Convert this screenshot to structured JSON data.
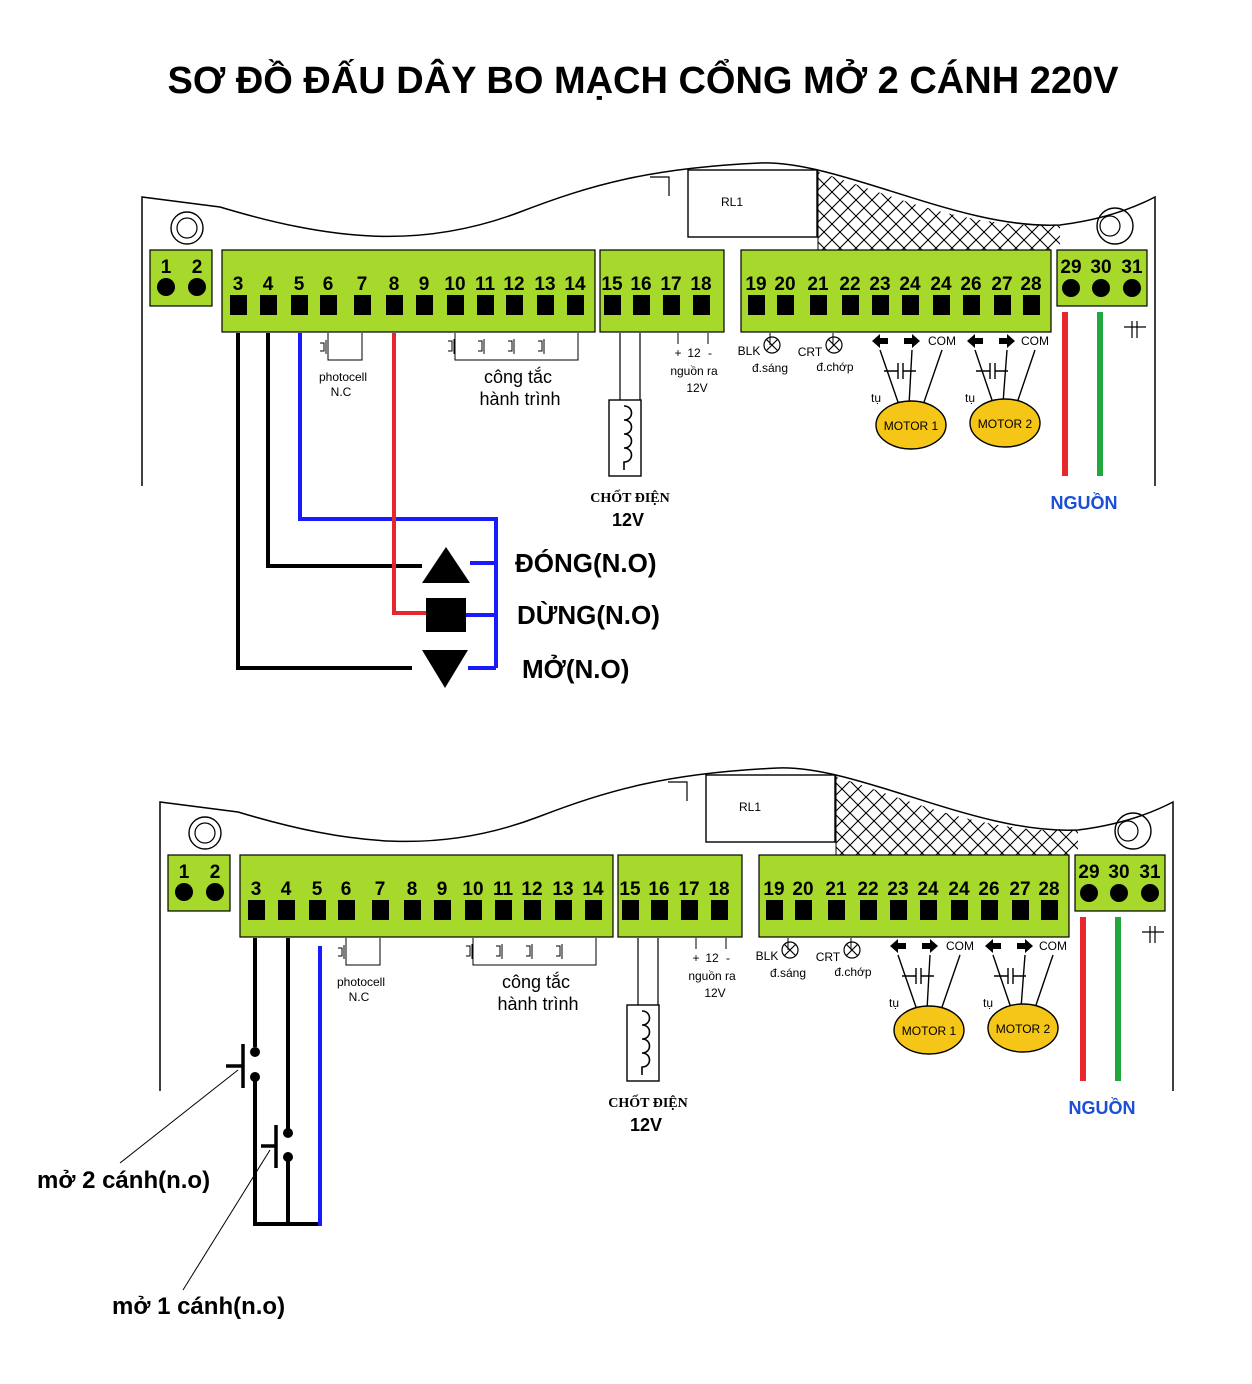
{
  "title": "SƠ ĐỒ ĐẤU DÂY BO MẠCH CỔNG MỞ 2 CÁNH 220V",
  "colors": {
    "terminal_green": "#a6d92b",
    "wire_black": "#000000",
    "wire_blue": "#1a1aff",
    "wire_red": "#e8262d",
    "wire_green": "#20a83c",
    "motor_yellow": "#f5c518",
    "label_blue": "#1a4fd6"
  },
  "board": {
    "relay_label": "RL1",
    "terminals_a": [
      "1",
      "2"
    ],
    "terminals_b": [
      "3",
      "4",
      "5",
      "6",
      "7",
      "8",
      "9",
      "10",
      "11",
      "12",
      "13",
      "14"
    ],
    "terminals_c": [
      "15",
      "16",
      "17",
      "18"
    ],
    "terminals_d": [
      "19",
      "20",
      "21",
      "22",
      "23",
      "24",
      "24",
      "26",
      "27",
      "28"
    ],
    "terminals_e": [
      "29",
      "30",
      "31"
    ],
    "photocell_label": "photocell",
    "photocell_sub": "N.C",
    "limit_switch_label": "công tắc",
    "limit_switch_sub": "hành trình",
    "lock_label": "CHỐT ĐIỆN",
    "lock_volt": "12V",
    "output_plus": "+",
    "output_minus": "-",
    "output_12": "12",
    "output_label": "nguồn ra",
    "output_volt": "12V",
    "blk_label": "BLK",
    "crt_label": "CRT",
    "blk_sub": "đ.sáng",
    "crt_sub": "đ.chớp",
    "com_label": "COM",
    "cap_label": "tụ",
    "motor1_label": "MOTOR 1",
    "motor2_label": "MOTOR 2",
    "power_label": "NGUỒN"
  },
  "top_buttons": {
    "close": "ĐÓNG(N.O)",
    "stop": "DỪNG(N.O)",
    "open": "MỞ(N.O)"
  },
  "bottom_buttons": {
    "open_two": "mở 2 cánh(n.o)",
    "open_one": "mở 1 cánh(n.o)"
  }
}
